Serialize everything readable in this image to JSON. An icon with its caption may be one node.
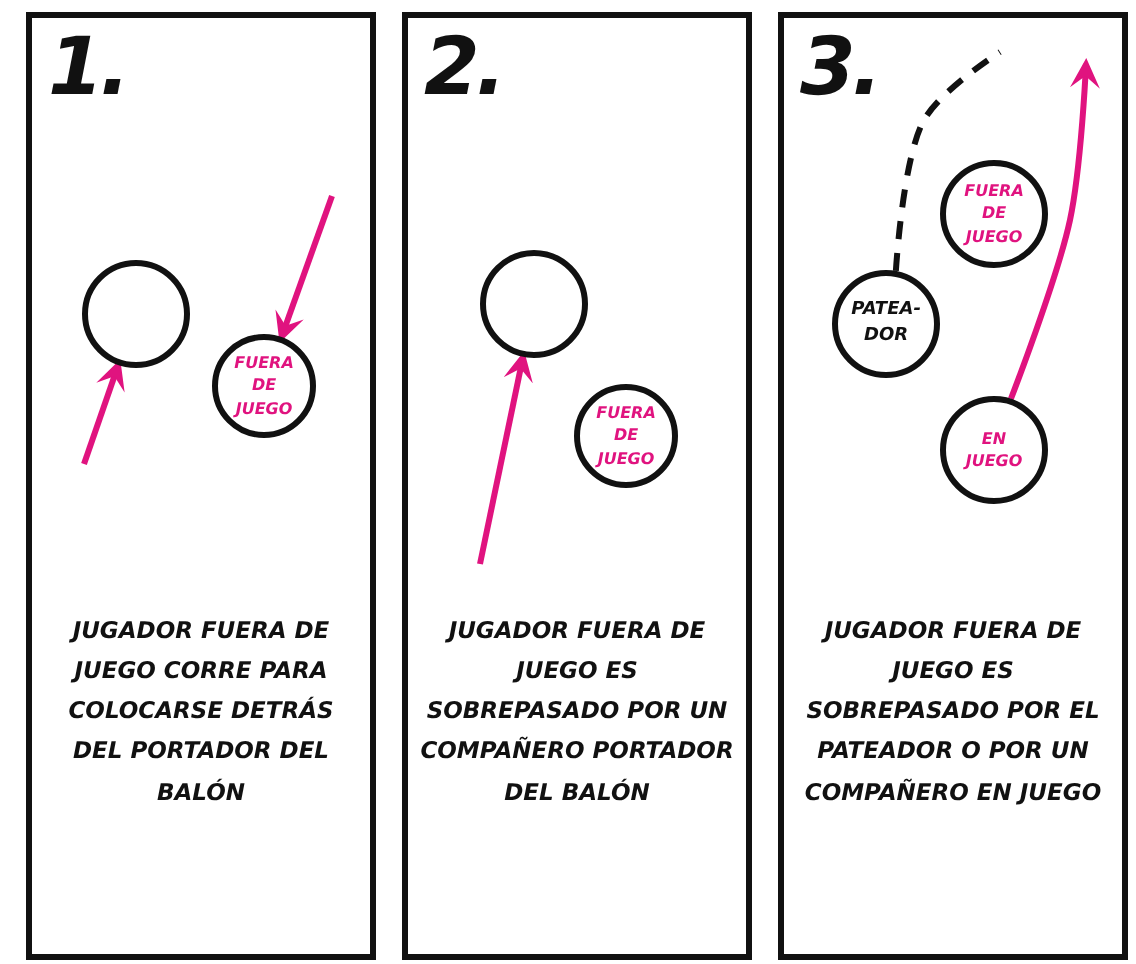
{
  "diagram": {
    "nodes": [
      {
        "text": [
          "1.",
          "JUGADOR FUERA DE JUEGO CORRE PARA COLOCARSE DETRÁS DEL PORTADOR DEL BALÓN"
        ]
      },
      {
        "text": [],
        "shape": "circle",
        "in": 0
      },
      {
        "text": [
          "FUERA DE JUEGO"
        ],
        "in": 0
      },
      {
        "text": [
          "2.",
          "JUGADOR FUERA DE JUEGO ES SOBREPASADO POR UN COMPAÑERO PORTADOR DEL BALÓN"
        ]
      },
      {
        "text": [],
        "shape": "circle",
        "in": 3
      },
      {
        "text": [
          "FUERA DE JUEGO"
        ],
        "in": 3
      },
      {
        "text": [
          "3.",
          "JUGADOR FUERA DE JUEGO ES SOBREPASADO POR EL PATEADOR O POR UN COMPAÑERO EN JUEGO"
        ]
      },
      {
        "text": [
          "FUERA DE JUEGO"
        ],
        "in": 6
      },
      {
        "text": [
          "PATEA- DOR"
        ],
        "in": 6
      },
      {
        "text": [
          "EN JUEGO"
        ],
        "in": 6
      }
    ],
    "edges": [
      {
        "from": null,
        "to": 1,
        "arrow": "to"
      },
      {
        "from": null,
        "to": 2,
        "arrow": "to"
      },
      {
        "from": null,
        "to": 4,
        "arrow": "to"
      },
      {
        "from": 8,
        "to": null,
        "arrow": "none",
        "style": "dashed",
        "color": "#111111"
      },
      {
        "from": 9,
        "to": null,
        "arrow": "to"
      }
    ]
  }
}
